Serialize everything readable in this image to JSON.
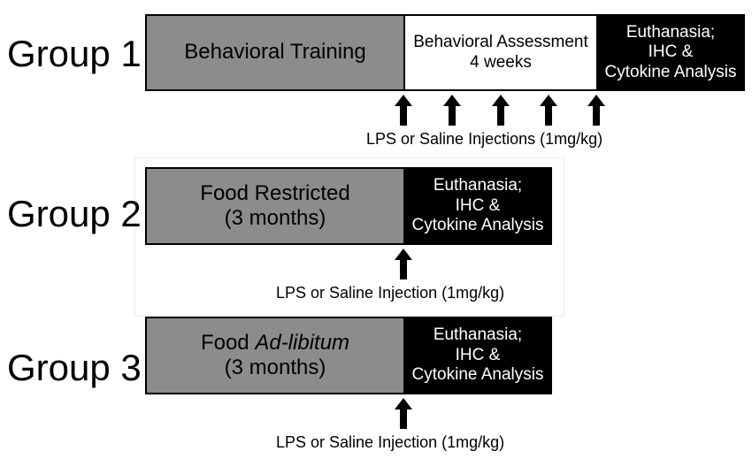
{
  "groups": [
    {
      "label": "Group 1",
      "phases": [
        {
          "lines": [
            "Behavioral Training"
          ]
        },
        {
          "lines": [
            "Behavioral Assessment",
            "4 weeks"
          ]
        },
        {
          "lines": [
            "Euthanasia;",
            "IHC &",
            "Cytokine Analysis"
          ]
        }
      ],
      "caption": "LPS or Saline Injections (1mg/kg)"
    },
    {
      "label": "Group 2",
      "phases": [
        {
          "lines": [
            "Food Restricted",
            "(3 months)"
          ]
        },
        {
          "lines": [
            "Euthanasia;",
            "IHC &",
            "Cytokine Analysis"
          ]
        }
      ],
      "caption": "LPS or Saline Injection (1mg/kg)"
    },
    {
      "label": "Group 3",
      "phases": [
        {
          "lines": [
            "Food ",
            "(3 months)"
          ],
          "italic": "Ad-libitum"
        },
        {
          "lines": [
            "Euthanasia;",
            "IHC &",
            "Cytokine Analysis"
          ]
        }
      ],
      "caption": "LPS or Saline Injection (1mg/kg)"
    }
  ],
  "colors": {
    "training_fill": "#8c8c8c",
    "assessment_fill": "#ffffff",
    "euthanasia_fill": "#000000"
  },
  "icons": {
    "injection_marker": "up-arrow-icon"
  }
}
